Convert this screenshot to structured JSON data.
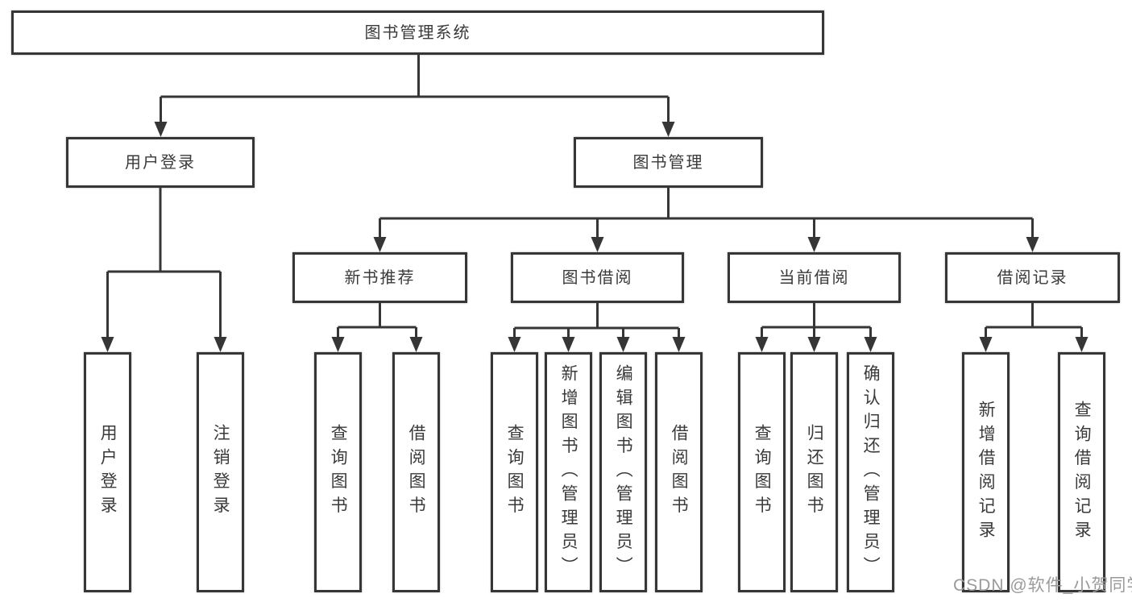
{
  "diagram_title": "图书管理系统",
  "tree": {
    "root": {
      "label": "图书管理系统"
    },
    "branches": [
      {
        "label": "用户登录",
        "children": [
          {
            "label": "用户登录"
          },
          {
            "label": "注销登录"
          }
        ]
      },
      {
        "label": "图书管理",
        "children": [
          {
            "label": "新书推荐",
            "children": [
              {
                "label": "查询图书"
              },
              {
                "label": "借阅图书"
              }
            ]
          },
          {
            "label": "图书借阅",
            "children": [
              {
                "label": "查询图书"
              },
              {
                "label": "新增图书（管理员）"
              },
              {
                "label": "编辑图书（管理员）"
              },
              {
                "label": "借阅图书"
              }
            ]
          },
          {
            "label": "当前借阅",
            "children": [
              {
                "label": "查询图书"
              },
              {
                "label": "归还图书"
              },
              {
                "label": "确认归还（管理员）"
              }
            ]
          },
          {
            "label": "借阅记录",
            "children": [
              {
                "label": "新增借阅记录"
              },
              {
                "label": "查询借阅记录"
              }
            ]
          }
        ]
      }
    ]
  },
  "watermark": {
    "text": "CSDN @软件_小贺同学"
  },
  "colors": {
    "line": "#363636",
    "text": "#3a3a3a",
    "watermark": "#9a9a9a",
    "background": "#ffffff"
  }
}
